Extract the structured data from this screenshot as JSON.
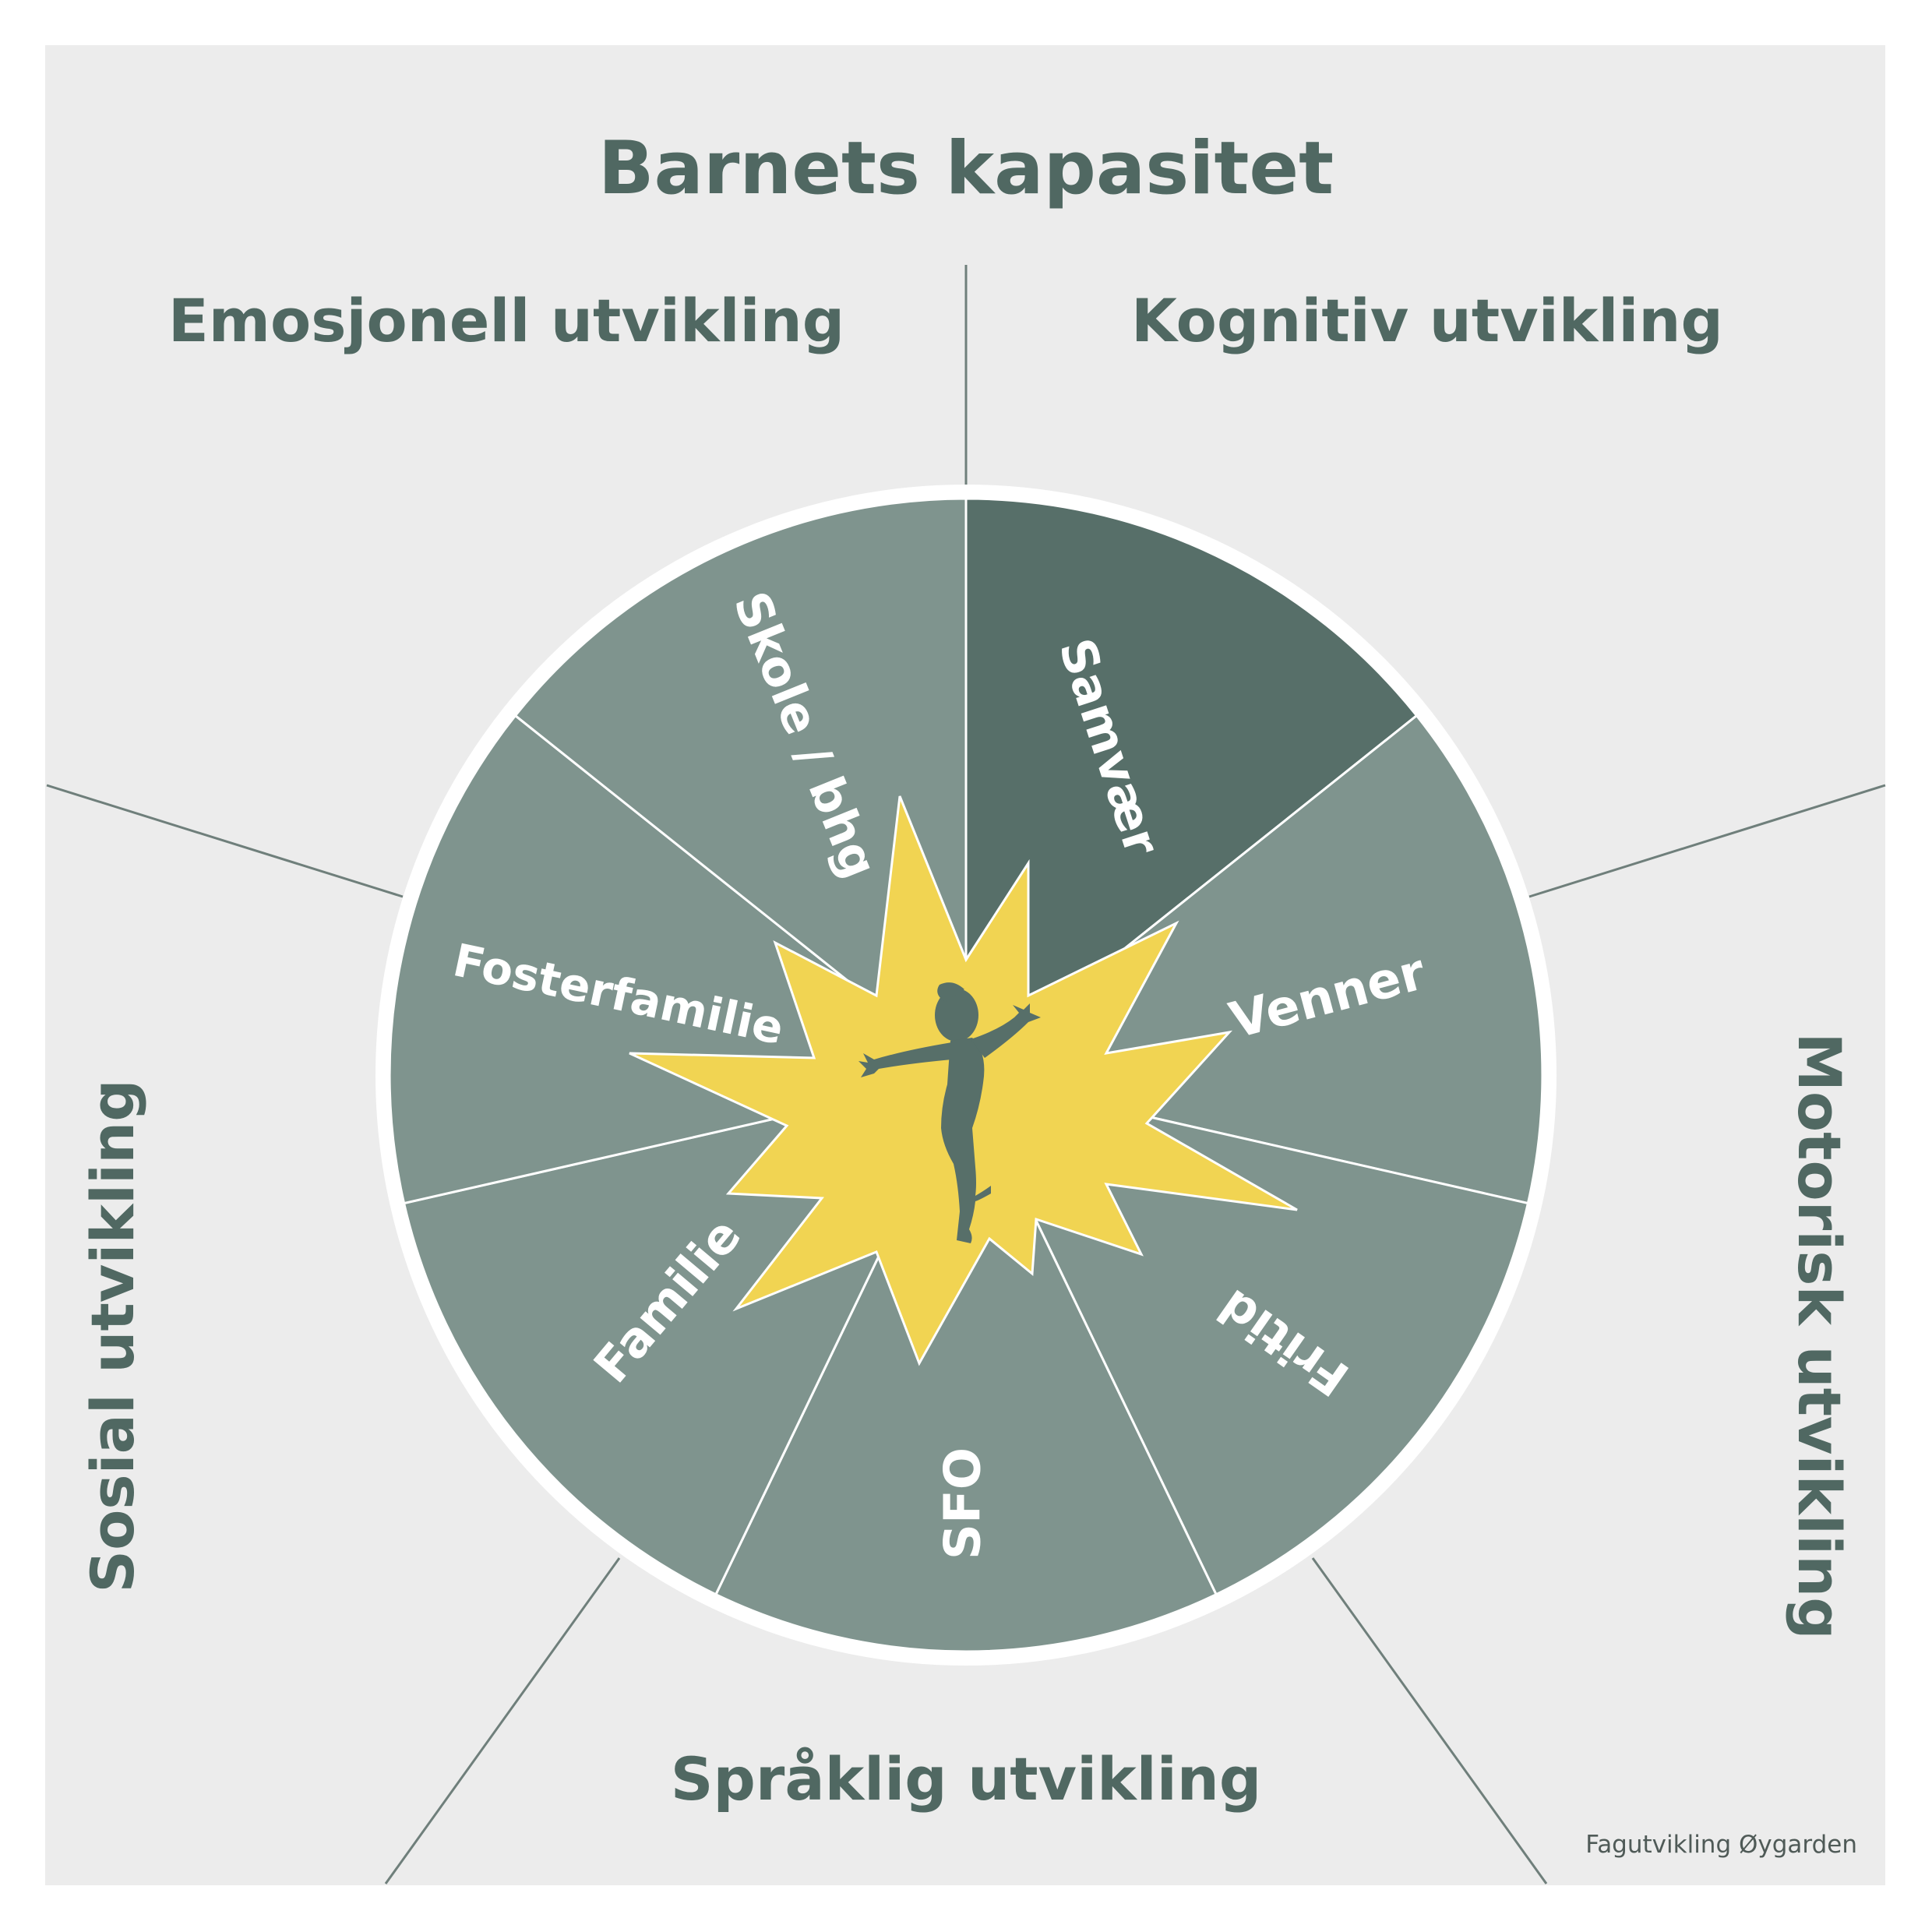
{
  "title": "Barnets kapasitet",
  "domains": {
    "emotional": "Emosjonell utvikling",
    "cognitive": "Kognitiv utvikling",
    "social": "Sosial utvikling",
    "motor": "Motorisk utvikling",
    "language": "Språklig utvikling"
  },
  "segments": {
    "skole": "Skole / bhg",
    "samvaer": "Samvær",
    "fosterfamilie": "Fosterfamilie",
    "venner": "Venner",
    "familie": "Familie",
    "fritid": "Fritid",
    "sfo": "SFO"
  },
  "credit": "Fagutvikling Øygarden",
  "colors": {
    "background": "#ececec",
    "segment": "#7f948e",
    "segment_highlight": "#576f69",
    "burst": "#f1d452",
    "text_dark": "#506862",
    "lines": "#6f7f7b"
  },
  "icons": {
    "center": "child-silhouette-icon"
  }
}
